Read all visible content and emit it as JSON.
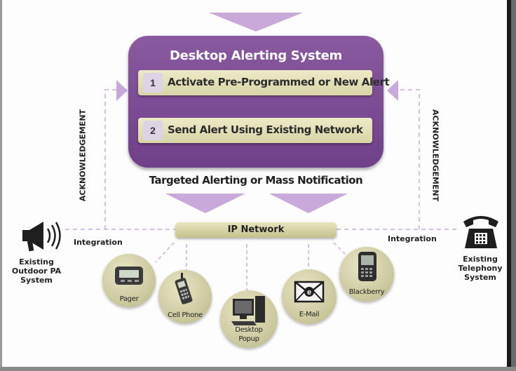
{
  "title": "Desktop Alerting System",
  "steps": [
    {
      "number": "1",
      "label": "Activate Pre-Programmed or New Alert"
    },
    {
      "number": "2",
      "label": "Send Alert Using Existing Network"
    }
  ],
  "subtitle": "Targeted Alerting or Mass Notification",
  "network": "IP Network",
  "acknowledgement_left": "ACKNOWLEDGEMENT",
  "acknowledgement_right": "ACKNOWLEDGEMENT",
  "integration_left": "Integration",
  "integration_right": "Integration",
  "outdoor_pa": {
    "line1": "Existing",
    "line2": "Outdoor PA",
    "line3": "System"
  },
  "telephony": {
    "line1": "Existing",
    "line2": "Telephony",
    "line3": "System"
  },
  "devices": {
    "pager": "Pager",
    "cell_phone": "Cell Phone",
    "desktop_line1": "Desktop",
    "desktop_line2": "Popup",
    "email": "E-Mail",
    "blackberry": "Blackberry"
  },
  "colors": {
    "purple": "#7a4a92",
    "light_purple": "#dcc8e6",
    "arrow_purple": "#c8a8d8",
    "beige": "#e2dfb6"
  },
  "icons": [
    "megaphone-icon",
    "telephone-icon",
    "pager-icon",
    "cell-phone-icon",
    "desktop-computer-icon",
    "email-icon",
    "blackberry-icon"
  ]
}
